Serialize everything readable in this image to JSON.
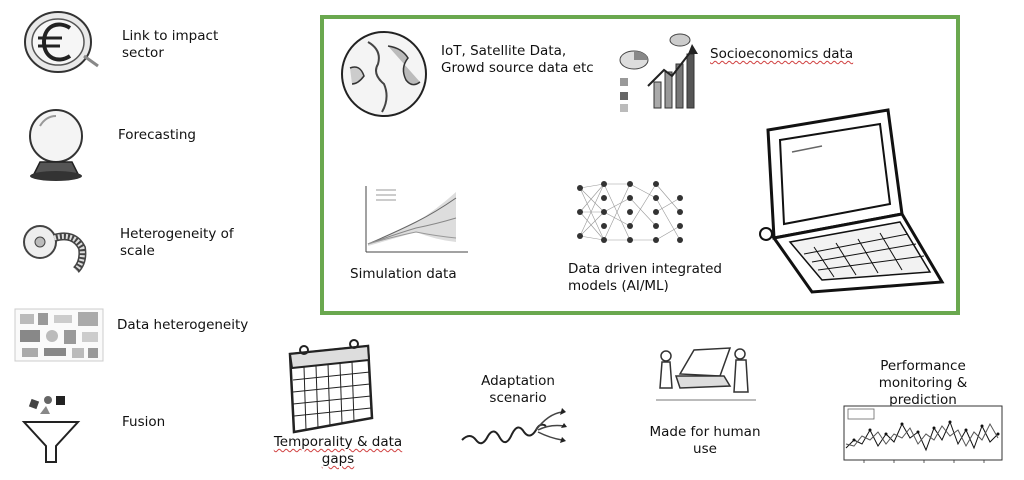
{
  "left_items": [
    {
      "icon": "euro-coin-icon",
      "label": "Link to impact sector"
    },
    {
      "icon": "crystal-ball-icon",
      "label": "Forecasting"
    },
    {
      "icon": "measuring-tape-icon",
      "label": "Heterogeneity of scale"
    },
    {
      "icon": "data-collage-icon",
      "label": "Data heterogeneity"
    },
    {
      "icon": "funnel-icon",
      "label": "Fusion"
    }
  ],
  "box": {
    "iot": "IoT, Satellite Data, Growd source data etc",
    "socio": "Socioeconomics data",
    "simulation": "Simulation data",
    "ai": "Data driven integrated models (AI/ML)",
    "laptop_icon": "laptop-icon"
  },
  "bottom_items": [
    {
      "icon": "calendar-icon",
      "label": "Temporality & data gaps"
    },
    {
      "icon": "branching-arrows-icon",
      "label": "Adaptation scenario"
    },
    {
      "icon": "people-laptop-icon",
      "label": "Made for human use"
    },
    {
      "icon": "timeseries-plot-icon",
      "label": "Performance monitoring & prediction"
    }
  ],
  "colors": {
    "frame": "#6aa84f",
    "spellcheck": "#d04040"
  }
}
